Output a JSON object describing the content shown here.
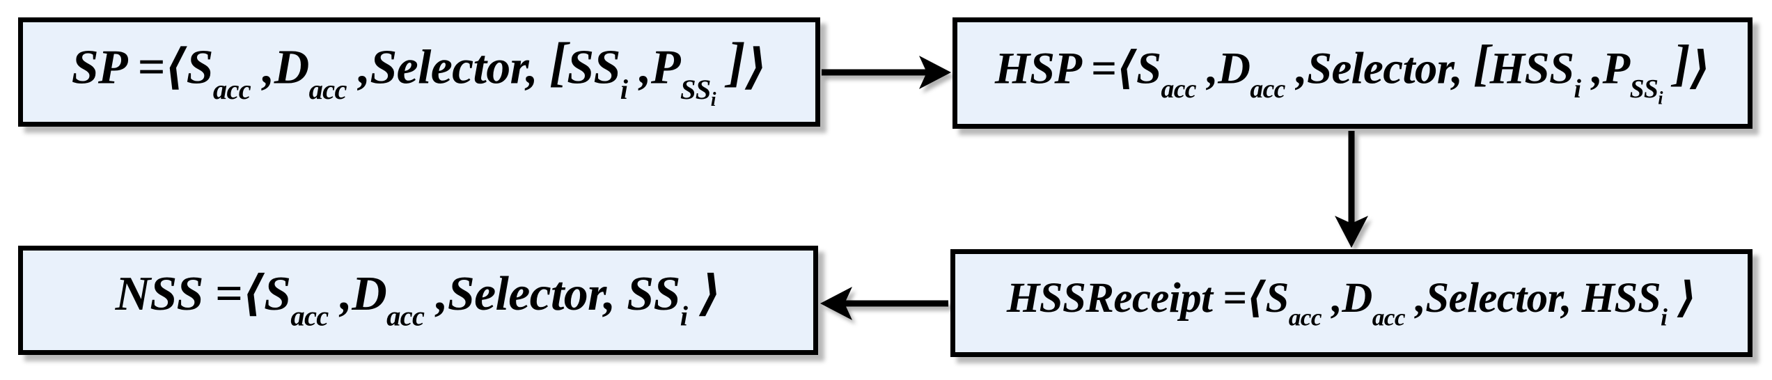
{
  "colors": {
    "background": "#ffffff",
    "box_fill": "#e9f1fb",
    "box_border": "#000000",
    "arrow": "#000000",
    "text": "#000000"
  },
  "boxes": [
    {
      "id": "SP",
      "text": "SP =⟨S_acc ,D_acc ,Selector, [SS_i ,P_SS_i ]⟩",
      "segments": [
        {
          "k": "n",
          "v": "SP =⟨S"
        },
        {
          "k": "s",
          "v": "acc"
        },
        {
          "k": "n",
          "v": " ,D"
        },
        {
          "k": "s",
          "v": "acc"
        },
        {
          "k": "n",
          "v": " ,Selector, "
        },
        {
          "k": "br",
          "v": "["
        },
        {
          "k": "n",
          "v": "SS"
        },
        {
          "k": "s",
          "v": "i"
        },
        {
          "k": "n",
          "v": " ,P"
        },
        {
          "k": "s",
          "v": "SS"
        },
        {
          "k": "ss",
          "v": "i"
        },
        {
          "k": "n",
          "v": " "
        },
        {
          "k": "br",
          "v": "]"
        },
        {
          "k": "n",
          "v": "⟩"
        }
      ]
    },
    {
      "id": "HSP",
      "text": "HSP =⟨S_acc ,D_acc ,Selector, [HSS_i ,P_SS_i ]⟩",
      "segments": [
        {
          "k": "n",
          "v": "HSP =⟨S"
        },
        {
          "k": "s",
          "v": "acc"
        },
        {
          "k": "n",
          "v": " ,D"
        },
        {
          "k": "s",
          "v": "acc"
        },
        {
          "k": "n",
          "v": " ,Selector, "
        },
        {
          "k": "br",
          "v": "["
        },
        {
          "k": "n",
          "v": "HSS"
        },
        {
          "k": "s",
          "v": "i"
        },
        {
          "k": "n",
          "v": " ,P"
        },
        {
          "k": "s",
          "v": "SS"
        },
        {
          "k": "ss",
          "v": "i"
        },
        {
          "k": "n",
          "v": " "
        },
        {
          "k": "br",
          "v": "]"
        },
        {
          "k": "n",
          "v": "⟩"
        }
      ]
    },
    {
      "id": "NSS",
      "text": "NSS =⟨S_acc ,D_acc ,Selector, SS_i ⟩",
      "segments": [
        {
          "k": "n",
          "v": "NSS =⟨S"
        },
        {
          "k": "s",
          "v": "acc"
        },
        {
          "k": "n",
          "v": " ,D"
        },
        {
          "k": "s",
          "v": "acc"
        },
        {
          "k": "n",
          "v": " ,Selector, SS"
        },
        {
          "k": "s",
          "v": "i"
        },
        {
          "k": "n",
          "v": " ⟩"
        }
      ]
    },
    {
      "id": "HSSReceipt",
      "text": "HSSReceipt =⟨S_acc ,D_acc ,Selector, HSS_i ⟩",
      "segments": [
        {
          "k": "n",
          "v": "HSSReceipt =⟨S"
        },
        {
          "k": "s",
          "v": "acc"
        },
        {
          "k": "n",
          "v": " ,D"
        },
        {
          "k": "s",
          "v": "acc"
        },
        {
          "k": "n",
          "v": " ,Selector, HSS"
        },
        {
          "k": "s",
          "v": "i"
        },
        {
          "k": "n",
          "v": " ⟩"
        }
      ]
    }
  ],
  "arrows": [
    {
      "name": "sp-to-hsp",
      "from": "SP",
      "to": "HSP",
      "direction": "right"
    },
    {
      "name": "hsp-to-hssreceipt",
      "from": "HSP",
      "to": "HSSReceipt",
      "direction": "down"
    },
    {
      "name": "hssreceipt-to-nss",
      "from": "HSSReceipt",
      "to": "NSS",
      "direction": "left"
    }
  ]
}
